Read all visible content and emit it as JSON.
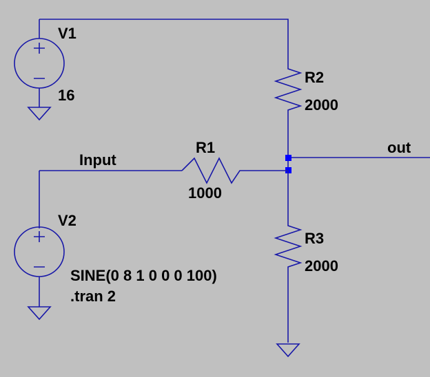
{
  "colors": {
    "background": "#c0c0c0",
    "wire": "#1818a8",
    "node": "#0000ff",
    "text": "#000000"
  },
  "components": {
    "v1": {
      "name": "V1",
      "value": "16"
    },
    "v2": {
      "name": "V2",
      "value": "SINE(0 8 1 0 0 0 100)"
    },
    "r1": {
      "name": "R1",
      "value": "1000"
    },
    "r2": {
      "name": "R2",
      "value": "2000"
    },
    "r3": {
      "name": "R3",
      "value": "2000"
    }
  },
  "nets": {
    "input": "Input",
    "out": "out"
  },
  "directive": ".tran 2"
}
